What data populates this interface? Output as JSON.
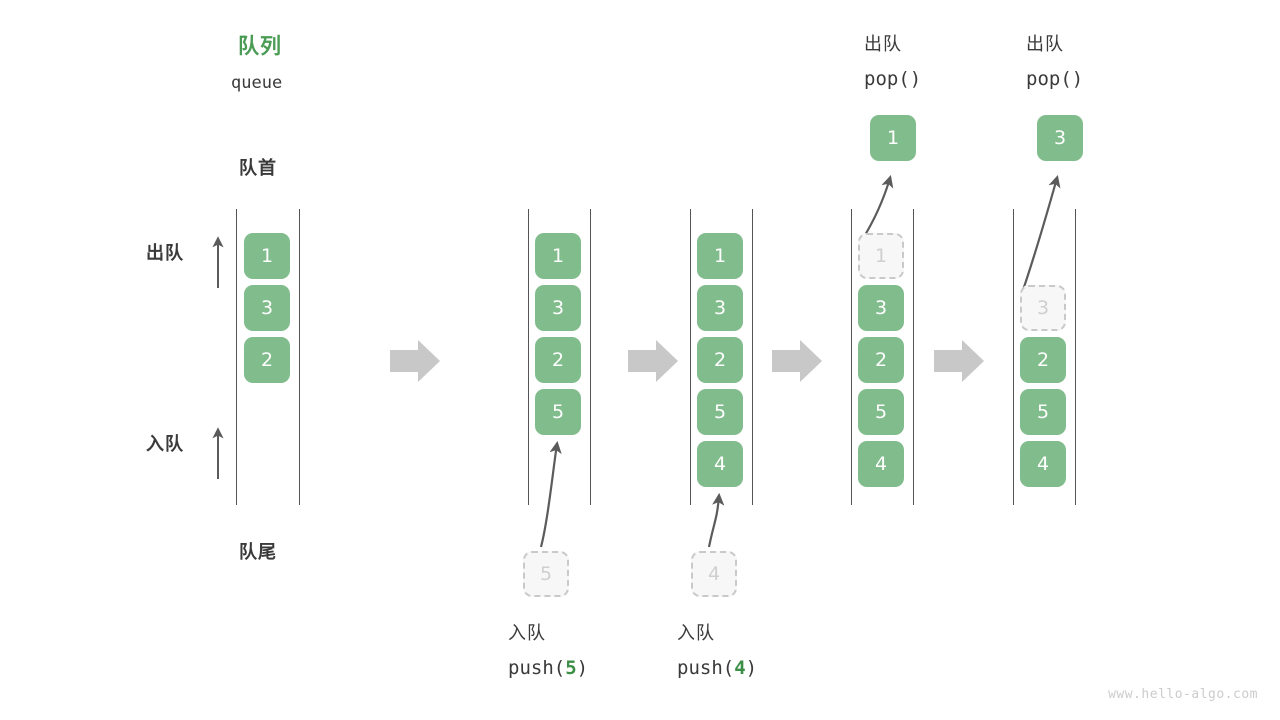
{
  "meta": {
    "watermark": "www.hello-algo.com"
  },
  "header": {
    "title_cn": "队列",
    "title_en": "queue"
  },
  "annotations": {
    "front_label": "队首",
    "rear_label": "队尾",
    "dequeue_label": "出队",
    "enqueue_label": "入队"
  },
  "colors": {
    "accent_green": "#4a9c55",
    "cell_green": "#81bd8c",
    "ghost_fill": "#f7f7f7",
    "ghost_border": "#c9c9c9",
    "rail": "#555555",
    "flow_arrow": "#c8c8c8",
    "text": "#3a3a3a",
    "watermark": "#cccccc"
  },
  "stages": [
    {
      "id": "initial",
      "caption_cn": "",
      "caption_code": "",
      "cells": [
        {
          "value": "1",
          "state": "filled",
          "slot": 0
        },
        {
          "value": "3",
          "state": "filled",
          "slot": 1
        },
        {
          "value": "2",
          "state": "filled",
          "slot": 2
        }
      ],
      "incoming": null,
      "outgoing": null
    },
    {
      "id": "push-5",
      "caption_cn": "入队",
      "caption_code_prefix": "push(",
      "caption_code_arg": "5",
      "caption_code_suffix": ")",
      "cells": [
        {
          "value": "1",
          "state": "filled",
          "slot": 0
        },
        {
          "value": "3",
          "state": "filled",
          "slot": 1
        },
        {
          "value": "2",
          "state": "filled",
          "slot": 2
        },
        {
          "value": "5",
          "state": "filled",
          "slot": 3
        }
      ],
      "incoming": {
        "value": "5",
        "state": "ghost"
      },
      "outgoing": null
    },
    {
      "id": "push-4",
      "caption_cn": "入队",
      "caption_code_prefix": "push(",
      "caption_code_arg": "4",
      "caption_code_suffix": ")",
      "cells": [
        {
          "value": "1",
          "state": "filled",
          "slot": 0
        },
        {
          "value": "3",
          "state": "filled",
          "slot": 1
        },
        {
          "value": "2",
          "state": "filled",
          "slot": 2
        },
        {
          "value": "5",
          "state": "filled",
          "slot": 3
        },
        {
          "value": "4",
          "state": "filled",
          "slot": 4
        }
      ],
      "incoming": {
        "value": "4",
        "state": "ghost"
      },
      "outgoing": null
    },
    {
      "id": "pop-1",
      "caption_top_cn": "出队",
      "caption_top_code": "pop()",
      "cells": [
        {
          "value": "1",
          "state": "ghost",
          "slot": 0
        },
        {
          "value": "3",
          "state": "filled",
          "slot": 1
        },
        {
          "value": "2",
          "state": "filled",
          "slot": 2
        },
        {
          "value": "5",
          "state": "filled",
          "slot": 3
        },
        {
          "value": "4",
          "state": "filled",
          "slot": 4
        }
      ],
      "outgoing": {
        "value": "1",
        "state": "filled"
      }
    },
    {
      "id": "pop-3",
      "caption_top_cn": "出队",
      "caption_top_code": "pop()",
      "cells": [
        {
          "value": "3",
          "state": "ghost",
          "slot": 1
        },
        {
          "value": "2",
          "state": "filled",
          "slot": 2
        },
        {
          "value": "5",
          "state": "filled",
          "slot": 3
        },
        {
          "value": "4",
          "state": "filled",
          "slot": 4
        }
      ],
      "outgoing": {
        "value": "3",
        "state": "filled"
      }
    }
  ],
  "flow_arrows": [
    {
      "from": "initial",
      "to": "push-5"
    },
    {
      "from": "push-5",
      "to": "push-4"
    },
    {
      "from": "push-4",
      "to": "pop-1"
    },
    {
      "from": "pop-1",
      "to": "pop-3"
    }
  ]
}
